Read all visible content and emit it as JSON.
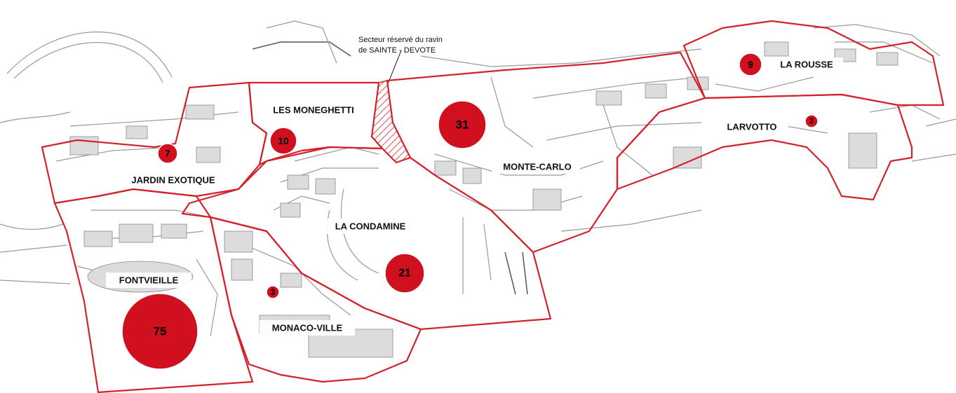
{
  "note": {
    "line1": "Secteur réservé du ravin",
    "line2": "de SAINTE - DEVOTE"
  },
  "districts": [
    {
      "label": "LA ROUSSE",
      "count": "9"
    },
    {
      "label": "LARVOTTO",
      "count": "2"
    },
    {
      "label": "MONTE-CARLO",
      "count": "31"
    },
    {
      "label": "LES MONEGHETTI",
      "count": "10"
    },
    {
      "label": "JARDIN EXOTIQUE",
      "count": "7"
    },
    {
      "label": "LA CONDAMINE",
      "count": "21"
    },
    {
      "label": "FONTVIEILLE",
      "count": "75"
    },
    {
      "label": "MONACO-VILLE",
      "count": "3"
    }
  ],
  "colors": {
    "boundary": "#d3222a",
    "bubble": "#d0101f",
    "streets": "#9a9a9a"
  }
}
